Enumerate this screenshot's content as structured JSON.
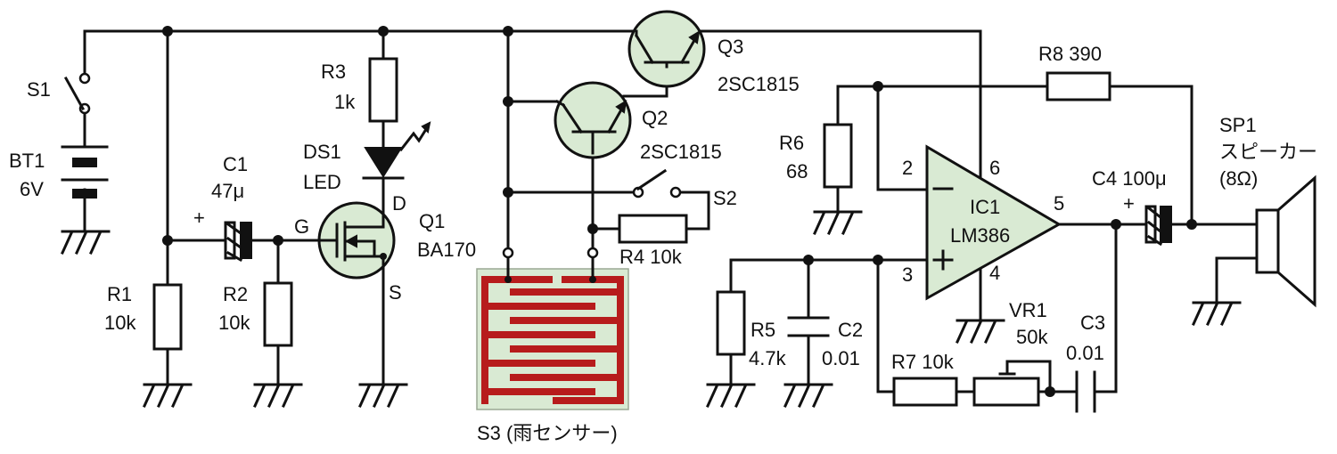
{
  "colors": {
    "component_fill": "#d9ead3",
    "sensor_trace": "#b71c1c",
    "wire": "#111111"
  },
  "components": {
    "s1": "S1",
    "bt1_name": "BT1",
    "bt1_value": "6V",
    "c1_name": "C1",
    "c1_value": "47μ",
    "r1_name": "R1",
    "r1_value": "10k",
    "r2_name": "R2",
    "r2_value": "10k",
    "r3_name": "R3",
    "r3_value": "1k",
    "ds1_name": "DS1",
    "ds1_value": "LED",
    "q1_name": "Q1",
    "q1_value": "BA170",
    "q1_gate": "G",
    "q1_drain": "D",
    "q1_source": "S",
    "q2_name": "Q2",
    "q2_value": "2SC1815",
    "q3_name": "Q3",
    "q3_value": "2SC1815",
    "s2": "S2",
    "r4": "R4 10k",
    "s3": "S3 (雨センサー)",
    "r5_name": "R5",
    "r5_value": "4.7k",
    "c2_name": "C2",
    "c2_value": "0.01",
    "r6_name": "R6",
    "r6_value": "68",
    "r7": "R7 10k",
    "vr1_name": "VR1",
    "vr1_value": "50k",
    "c3_name": "C3",
    "c3_value": "0.01",
    "r8": "R8 390",
    "ic1_name": "IC1",
    "ic1_value": "LM386",
    "pin2": "2",
    "pin3": "3",
    "pin4": "4",
    "pin5": "5",
    "pin6": "6",
    "op_minus": "−",
    "op_plus": "+",
    "c4": "C4 100μ",
    "sp1_name": "SP1",
    "sp1_value": "スピーカー",
    "sp1_impedance": "(8Ω)",
    "plus_sign": "+"
  }
}
